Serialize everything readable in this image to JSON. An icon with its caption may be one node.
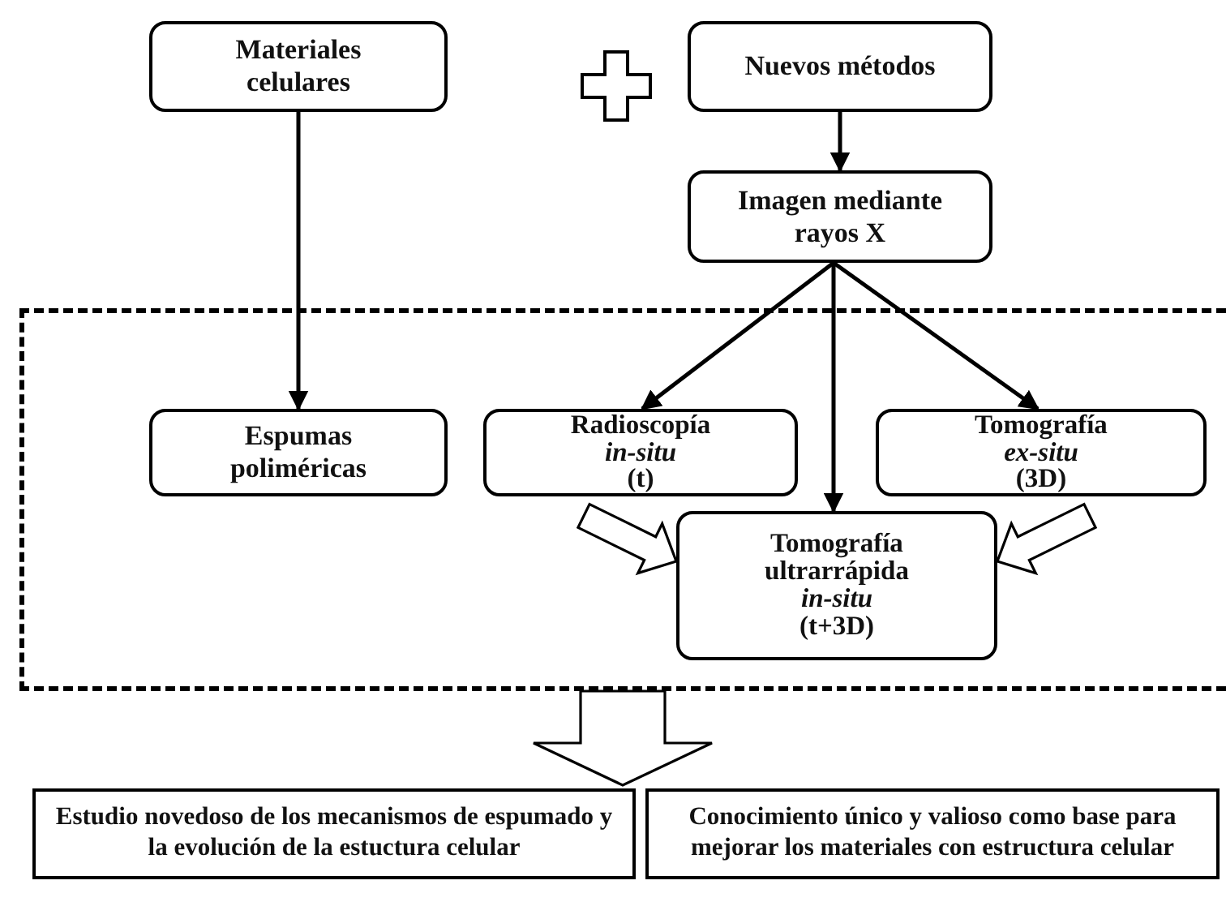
{
  "diagram": {
    "nodes": [
      {
        "text": [
          "Materiales celulares"
        ]
      },
      {
        "text": [
          "Nuevos métodos"
        ]
      },
      {
        "text": [
          "Imagen mediante rayos X"
        ]
      },
      {
        "text": [],
        "shape": "box"
      },
      {
        "text": [
          "Espumas poliméricas"
        ],
        "in": 3
      },
      {
        "text": [
          "Radioscopía *in-situ* (t)"
        ],
        "in": 3
      },
      {
        "text": [
          "Tomografía *ex-situ* (3D)"
        ],
        "in": 3
      },
      {
        "text": [
          "Tomografía ultrarrápida *in-situ* (t+3D)"
        ],
        "in": 3
      },
      {
        "text": [
          "Estudio novedoso de los mecanismos de espumado y la evolución de la estuctura celular"
        ]
      },
      {
        "text": [
          "Conocimiento único y valioso como base para mejorar los materiales con estructura celular"
        ]
      }
    ],
    "edges": [
      {
        "from": 0,
        "to": 4,
        "arrow": "to"
      },
      {
        "from": 1,
        "to": 2,
        "arrow": "to"
      },
      {
        "from": 2,
        "to": 5,
        "arrow": "to"
      },
      {
        "from": 2,
        "to": 7,
        "arrow": "to"
      },
      {
        "from": 2,
        "to": 6,
        "arrow": "to"
      },
      {
        "from": 5,
        "to": 7,
        "arrow": "to",
        "style": "thick"
      },
      {
        "from": 6,
        "to": 7,
        "arrow": "to",
        "style": "thick"
      },
      {
        "from": 3,
        "to": null,
        "arrow": "to",
        "style": "thick"
      }
    ]
  }
}
